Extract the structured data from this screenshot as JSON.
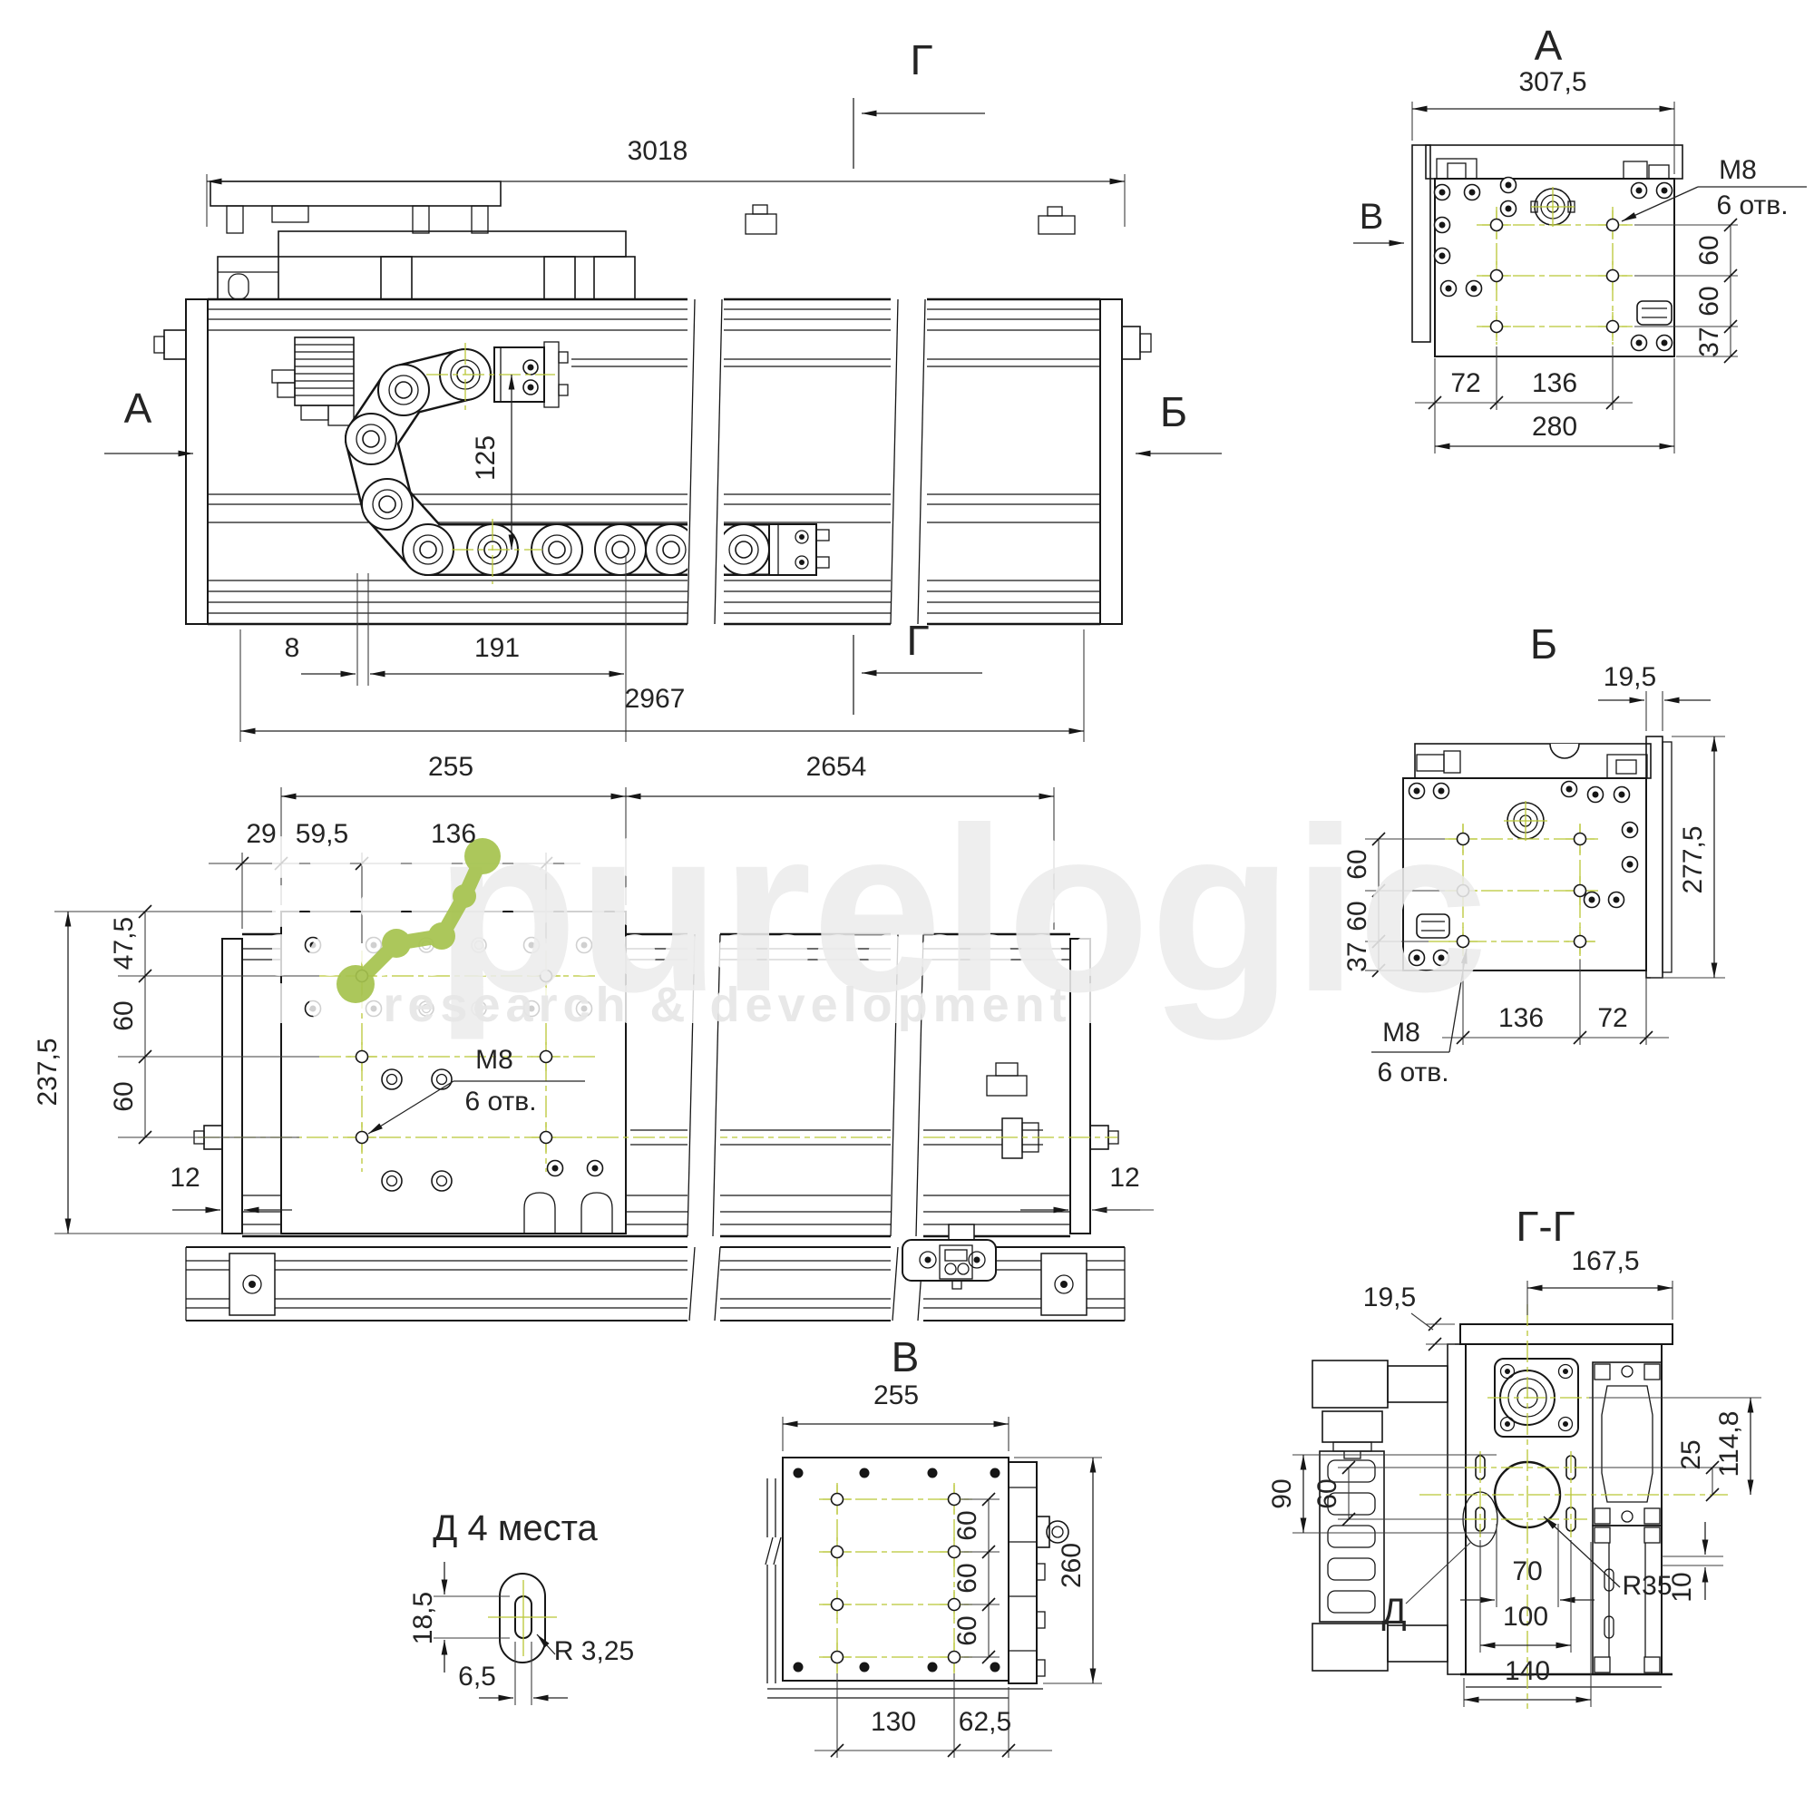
{
  "colors": {
    "line": "#161616",
    "centerline": "#b9c636",
    "watermark_green": "#a6c34e",
    "watermark_gray": "#ececec",
    "background": "#ffffff"
  },
  "watermark": {
    "brand": "purelogic",
    "tagline": "research & development"
  },
  "front_view": {
    "dim_3018": "3018",
    "dim_2967": "2967",
    "dim_191": "191",
    "dim_8": "8",
    "dim_125": "125",
    "section_top": "Г",
    "section_bottom": "Г",
    "view_left": "А",
    "view_right": "Б"
  },
  "plan_view": {
    "dim_255": "255",
    "dim_2654": "2654",
    "dim_29": "29",
    "dim_59_5": "59,5",
    "dim_136": "136",
    "dim_47_5": "47,5",
    "dim_60_a": "60",
    "dim_60_b": "60",
    "dim_237_5": "237,5",
    "dim_12_left": "12",
    "dim_12_right": "12",
    "thread_label": "М8",
    "holes_label": "6 отв."
  },
  "view_a": {
    "title": "А",
    "direction_label": "В",
    "dim_307_5": "307,5",
    "thread_label": "М8",
    "holes_label": "6 отв.",
    "dim_60_a": "60",
    "dim_60_b": "60",
    "dim_37": "37",
    "dim_72": "72",
    "dim_136": "136",
    "dim_280": "280"
  },
  "view_b": {
    "title": "Б",
    "dim_19_5": "19,5",
    "dim_277_5": "277,5",
    "dim_60_a": "60",
    "dim_60_b": "60",
    "dim_37": "37",
    "dim_136": "136",
    "dim_72": "72",
    "thread_label": "М8",
    "holes_label": "6 отв."
  },
  "view_v": {
    "title": "В",
    "dim_255": "255",
    "dim_60_a": "60",
    "dim_60_b": "60",
    "dim_60_c": "60",
    "dim_260": "260",
    "dim_130": "130",
    "dim_62_5": "62,5"
  },
  "section_gg": {
    "title": "Г-Г",
    "dim_167_5": "167,5",
    "dim_19_5": "19,5",
    "dim_90": "90",
    "dim_60": "60",
    "dim_25": "25",
    "dim_114_8": "114,8",
    "dim_70": "70",
    "dim_100": "100",
    "dim_140": "140",
    "radius_label": "R35",
    "dim_10": "10",
    "detail_label": "Д"
  },
  "detail_d": {
    "title": "Д 4 места",
    "dim_18_5": "18,5",
    "dim_6_5": "6,5",
    "radius_label": "R 3,25"
  }
}
